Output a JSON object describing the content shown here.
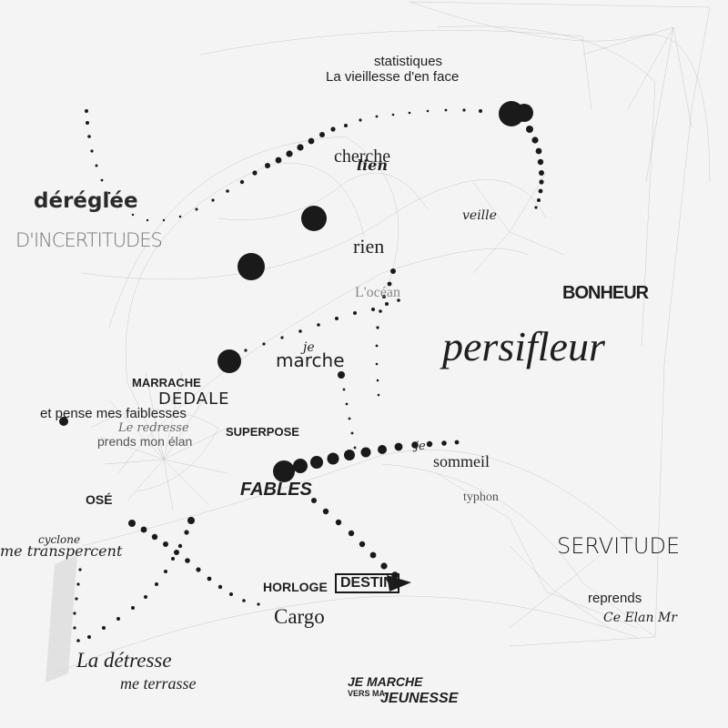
{
  "words": {
    "statistiques": "statistiques",
    "vieillesse": "La vieillesse d'en face",
    "cherche": "cherche",
    "lien": "lien",
    "dereglee": "déréglée",
    "incertitudes": "D'INCERTITUDES",
    "veille": "veille",
    "rien": "rien",
    "ocean": "L'océan",
    "bonheur": "BONHEUR",
    "persifleur": "persifleur",
    "je": "je",
    "marche": "marche",
    "marrache": "MARRACHE",
    "dedale": "DEDALE",
    "pense": "et pense mes faiblesses",
    "redresse": "Le redresse",
    "prends_elan": "prends mon élan",
    "superpose": "SUPERPOSE",
    "je_sommeil": "je",
    "sommeil": "sommeil",
    "fables": "FABLES",
    "ose": "OSÉ",
    "typhon": "typhon",
    "cyclone": "cyclone",
    "transpercent": "me transpercent",
    "servitude": "SERVITUDE",
    "horloge": "HORLOGE",
    "destin": "DESTIN",
    "reprends": "reprends",
    "elan_right": "Ce Elan Mr",
    "cargo": "Cargo",
    "detresse": "La détresse",
    "terrasse": "me terrasse",
    "je_marche": "JE MARCHE",
    "vers_ma": "VERS MA",
    "jeunesse": "JEUNESSE"
  },
  "colors": {
    "ink": "#1a1a1a",
    "string": "#9a9a9a",
    "paper": "#f4f4f4"
  }
}
